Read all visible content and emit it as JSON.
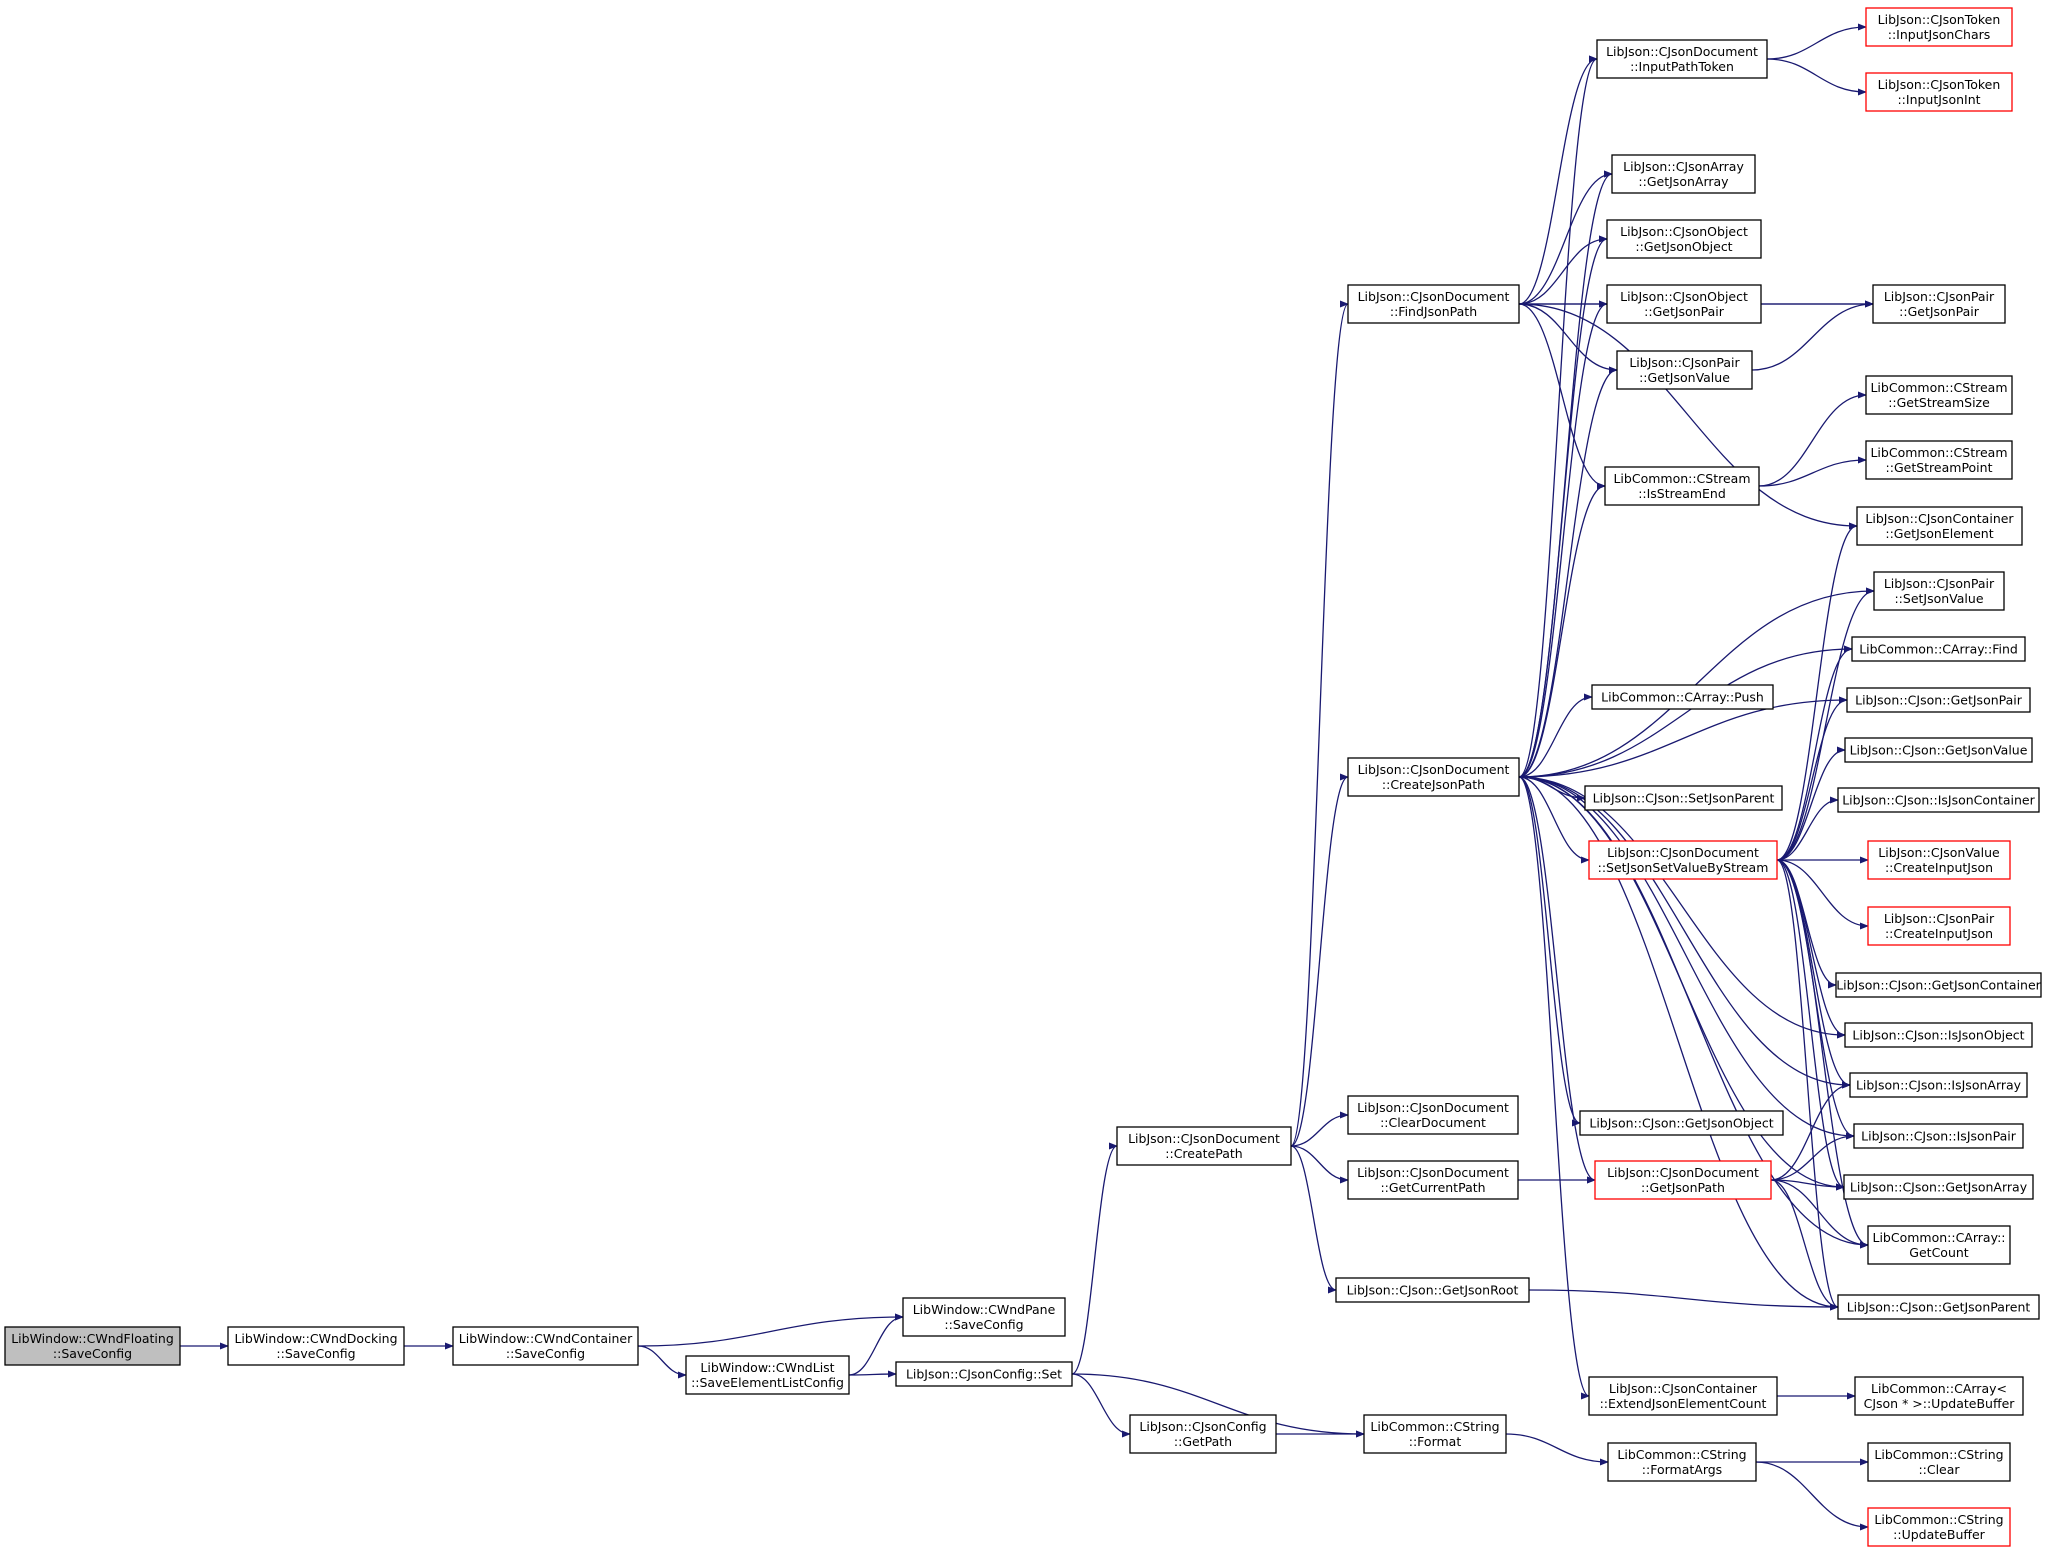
{
  "diagram": {
    "type": "call-graph",
    "colors": {
      "edge": "#191970",
      "node_border": "#000000",
      "truncated_border": "#ff0000",
      "root_fill": "#bfbfbf",
      "background": "#ffffff"
    },
    "nodes": [
      {
        "id": "n0",
        "lines": [
          "LibWindow::CWndFloating",
          "::SaveConfig"
        ],
        "style": "root"
      },
      {
        "id": "n1",
        "lines": [
          "LibWindow::CWndDocking",
          "::SaveConfig"
        ]
      },
      {
        "id": "n2",
        "lines": [
          "LibWindow::CWndContainer",
          "::SaveConfig"
        ]
      },
      {
        "id": "n3",
        "lines": [
          "LibWindow::CWndPane",
          "::SaveConfig"
        ]
      },
      {
        "id": "n4",
        "lines": [
          "LibWindow::CWndList",
          "::SaveElementListConfig"
        ]
      },
      {
        "id": "n5",
        "lines": [
          "LibJson::CJsonConfig::Set"
        ]
      },
      {
        "id": "n6",
        "lines": [
          "LibJson::CJsonDocument",
          "::CreatePath"
        ]
      },
      {
        "id": "n7",
        "lines": [
          "LibJson::CJsonConfig",
          "::GetPath"
        ]
      },
      {
        "id": "n8",
        "lines": [
          "LibCommon::CString",
          "::Format"
        ]
      },
      {
        "id": "n9",
        "lines": [
          "LibJson::CJsonDocument",
          "::FindJsonPath"
        ]
      },
      {
        "id": "n10",
        "lines": [
          "LibJson::CJsonDocument",
          "::CreateJsonPath"
        ]
      },
      {
        "id": "n11",
        "lines": [
          "LibJson::CJsonDocument",
          "::ClearDocument"
        ]
      },
      {
        "id": "n12",
        "lines": [
          "LibJson::CJsonDocument",
          "::GetCurrentPath"
        ]
      },
      {
        "id": "n13",
        "lines": [
          "LibJson::CJson::GetJsonRoot"
        ]
      },
      {
        "id": "n14",
        "lines": [
          "LibJson::CJsonDocument",
          "::InputPathToken"
        ]
      },
      {
        "id": "n15",
        "lines": [
          "LibJson::CJsonArray",
          "::GetJsonArray"
        ]
      },
      {
        "id": "n16",
        "lines": [
          "LibJson::CJsonObject",
          "::GetJsonObject"
        ]
      },
      {
        "id": "n17",
        "lines": [
          "LibJson::CJsonObject",
          "::GetJsonPair"
        ]
      },
      {
        "id": "n18",
        "lines": [
          "LibJson::CJsonPair",
          "::GetJsonValue"
        ]
      },
      {
        "id": "n19",
        "lines": [
          "LibCommon::CStream",
          "::IsStreamEnd"
        ]
      },
      {
        "id": "n20",
        "lines": [
          "LibCommon::CArray::Push"
        ]
      },
      {
        "id": "n21",
        "lines": [
          "LibJson::CJson::SetJsonParent"
        ]
      },
      {
        "id": "n22",
        "lines": [
          "LibJson::CJsonDocument",
          "::SetJsonSetValueByStream"
        ],
        "style": "truncated"
      },
      {
        "id": "n23",
        "lines": [
          "LibJson::CJson::GetJsonObject"
        ]
      },
      {
        "id": "n24",
        "lines": [
          "LibJson::CJsonDocument",
          "::GetJsonPath"
        ],
        "style": "truncated"
      },
      {
        "id": "n25",
        "lines": [
          "LibJson::CJsonContainer",
          "::ExtendJsonElementCount"
        ]
      },
      {
        "id": "n26",
        "lines": [
          "LibCommon::CString",
          "::FormatArgs"
        ]
      },
      {
        "id": "n27",
        "lines": [
          "LibJson::CJsonToken",
          "::InputJsonChars"
        ],
        "style": "truncated"
      },
      {
        "id": "n28",
        "lines": [
          "LibJson::CJsonToken",
          "::InputJsonInt"
        ],
        "style": "truncated"
      },
      {
        "id": "n29",
        "lines": [
          "LibJson::CJsonPair",
          "::GetJsonPair"
        ]
      },
      {
        "id": "n30",
        "lines": [
          "LibCommon::CStream",
          "::GetStreamSize"
        ]
      },
      {
        "id": "n31",
        "lines": [
          "LibCommon::CStream",
          "::GetStreamPoint"
        ]
      },
      {
        "id": "n32",
        "lines": [
          "LibJson::CJsonContainer",
          "::GetJsonElement"
        ]
      },
      {
        "id": "n33",
        "lines": [
          "LibJson::CJsonPair",
          "::SetJsonValue"
        ]
      },
      {
        "id": "n34",
        "lines": [
          "LibCommon::CArray::Find"
        ]
      },
      {
        "id": "n35",
        "lines": [
          "LibJson::CJson::GetJsonPair"
        ]
      },
      {
        "id": "n36",
        "lines": [
          "LibJson::CJson::GetJsonValue"
        ]
      },
      {
        "id": "n37",
        "lines": [
          "LibJson::CJson::IsJsonContainer"
        ]
      },
      {
        "id": "n38",
        "lines": [
          "LibJson::CJsonValue",
          "::CreateInputJson"
        ],
        "style": "truncated"
      },
      {
        "id": "n39",
        "lines": [
          "LibJson::CJsonPair",
          "::CreateInputJson"
        ],
        "style": "truncated"
      },
      {
        "id": "n40",
        "lines": [
          "LibJson::CJson::GetJsonContainer"
        ]
      },
      {
        "id": "n41",
        "lines": [
          "LibJson::CJson::IsJsonObject"
        ]
      },
      {
        "id": "n42",
        "lines": [
          "LibJson::CJson::IsJsonArray"
        ]
      },
      {
        "id": "n43",
        "lines": [
          "LibJson::CJson::IsJsonPair"
        ]
      },
      {
        "id": "n44",
        "lines": [
          "LibJson::CJson::GetJsonArray"
        ]
      },
      {
        "id": "n45",
        "lines": [
          "LibCommon::CArray::",
          "GetCount"
        ]
      },
      {
        "id": "n46",
        "lines": [
          "LibJson::CJson::GetJsonParent"
        ]
      },
      {
        "id": "n47",
        "lines": [
          "LibCommon::CArray<",
          "CJson * >::UpdateBuffer"
        ]
      },
      {
        "id": "n48",
        "lines": [
          "LibCommon::CString",
          "::Clear"
        ]
      },
      {
        "id": "n49",
        "lines": [
          "LibCommon::CString",
          "::UpdateBuffer"
        ],
        "style": "truncated"
      }
    ],
    "edges": [
      [
        "n0",
        "n1"
      ],
      [
        "n1",
        "n2"
      ],
      [
        "n2",
        "n3"
      ],
      [
        "n2",
        "n4"
      ],
      [
        "n4",
        "n3"
      ],
      [
        "n4",
        "n5"
      ],
      [
        "n5",
        "n6"
      ],
      [
        "n5",
        "n7"
      ],
      [
        "n5",
        "n8"
      ],
      [
        "n7",
        "n8"
      ],
      [
        "n8",
        "n26"
      ],
      [
        "n26",
        "n48"
      ],
      [
        "n26",
        "n49"
      ],
      [
        "n6",
        "n9"
      ],
      [
        "n6",
        "n10"
      ],
      [
        "n6",
        "n11"
      ],
      [
        "n6",
        "n12"
      ],
      [
        "n6",
        "n13"
      ],
      [
        "n12",
        "n24"
      ],
      [
        "n13",
        "n46"
      ],
      [
        "n9",
        "n14"
      ],
      [
        "n9",
        "n15"
      ],
      [
        "n9",
        "n16"
      ],
      [
        "n9",
        "n17"
      ],
      [
        "n9",
        "n18"
      ],
      [
        "n9",
        "n19"
      ],
      [
        "n9",
        "n29"
      ],
      [
        "n9",
        "n32"
      ],
      [
        "n14",
        "n27"
      ],
      [
        "n14",
        "n28"
      ],
      [
        "n17",
        "n29"
      ],
      [
        "n18",
        "n29"
      ],
      [
        "n19",
        "n30"
      ],
      [
        "n19",
        "n31"
      ],
      [
        "n10",
        "n14"
      ],
      [
        "n10",
        "n15"
      ],
      [
        "n10",
        "n16"
      ],
      [
        "n10",
        "n17"
      ],
      [
        "n10",
        "n18"
      ],
      [
        "n10",
        "n19"
      ],
      [
        "n10",
        "n20"
      ],
      [
        "n10",
        "n21"
      ],
      [
        "n10",
        "n22"
      ],
      [
        "n10",
        "n23"
      ],
      [
        "n10",
        "n24"
      ],
      [
        "n10",
        "n25"
      ],
      [
        "n10",
        "n33"
      ],
      [
        "n10",
        "n34"
      ],
      [
        "n10",
        "n35"
      ],
      [
        "n10",
        "n41"
      ],
      [
        "n10",
        "n42"
      ],
      [
        "n10",
        "n43"
      ],
      [
        "n10",
        "n44"
      ],
      [
        "n10",
        "n45"
      ],
      [
        "n10",
        "n46"
      ],
      [
        "n22",
        "n32"
      ],
      [
        "n22",
        "n33"
      ],
      [
        "n22",
        "n34"
      ],
      [
        "n22",
        "n35"
      ],
      [
        "n22",
        "n36"
      ],
      [
        "n22",
        "n37"
      ],
      [
        "n22",
        "n38"
      ],
      [
        "n22",
        "n39"
      ],
      [
        "n22",
        "n40"
      ],
      [
        "n22",
        "n41"
      ],
      [
        "n22",
        "n42"
      ],
      [
        "n22",
        "n43"
      ],
      [
        "n22",
        "n44"
      ],
      [
        "n22",
        "n45"
      ],
      [
        "n22",
        "n46"
      ],
      [
        "n24",
        "n42"
      ],
      [
        "n24",
        "n43"
      ],
      [
        "n24",
        "n44"
      ],
      [
        "n24",
        "n45"
      ],
      [
        "n24",
        "n46"
      ],
      [
        "n25",
        "n47"
      ]
    ]
  }
}
